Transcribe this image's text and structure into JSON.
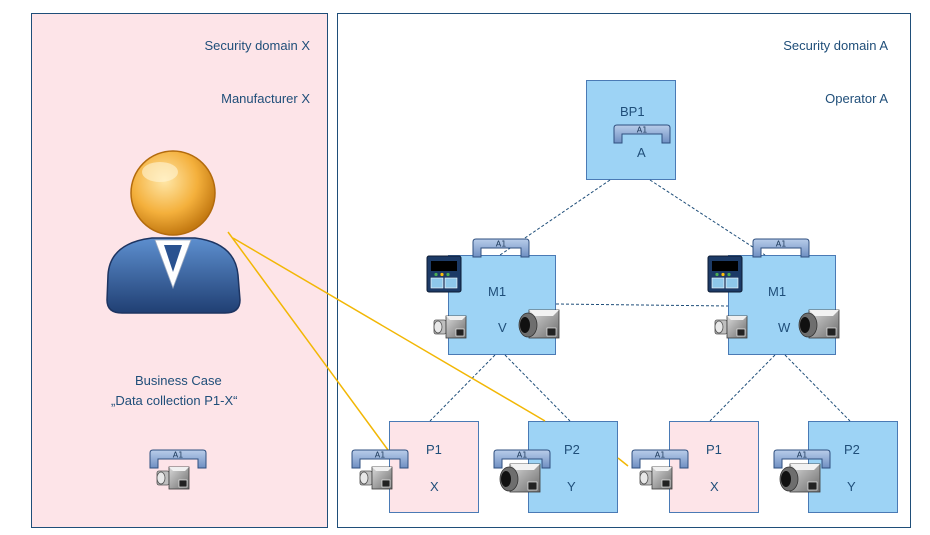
{
  "domain_x": {
    "security_label": "Security domain X",
    "org_label": "Manufacturer X",
    "business_case_line1": "Business Case",
    "business_case_line2": "„Data collection P1-X“",
    "colors": {
      "fill": "#fde4e8",
      "border": "#1f4e79"
    }
  },
  "domain_a": {
    "security_label": "Security domain A",
    "org_label": "Operator A",
    "colors": {
      "fill": "#ffffff",
      "border": "#1f4e79"
    }
  },
  "nodes": {
    "bp1": {
      "name": "BP1",
      "sub": "A"
    },
    "m1_v": {
      "name": "M1",
      "sub": "V"
    },
    "m1_w": {
      "name": "M1",
      "sub": "W"
    },
    "p1_x_left": {
      "name": "P1",
      "sub": "X"
    },
    "p2_y_left": {
      "name": "P2",
      "sub": "Y"
    },
    "p1_x_right": {
      "name": "P1",
      "sub": "X"
    },
    "p2_y_right": {
      "name": "P2",
      "sub": "Y"
    }
  },
  "asset_badge_label": "A1",
  "colors": {
    "blue_node": "#9dd3f5",
    "pink_node": "#fde4e8",
    "link_dashed": "#1f4e79",
    "link_data": "#f2b705"
  },
  "icons": [
    "user-icon",
    "asset-badge-icon",
    "camera-icon",
    "monitor-icon",
    "speaker-icon"
  ]
}
